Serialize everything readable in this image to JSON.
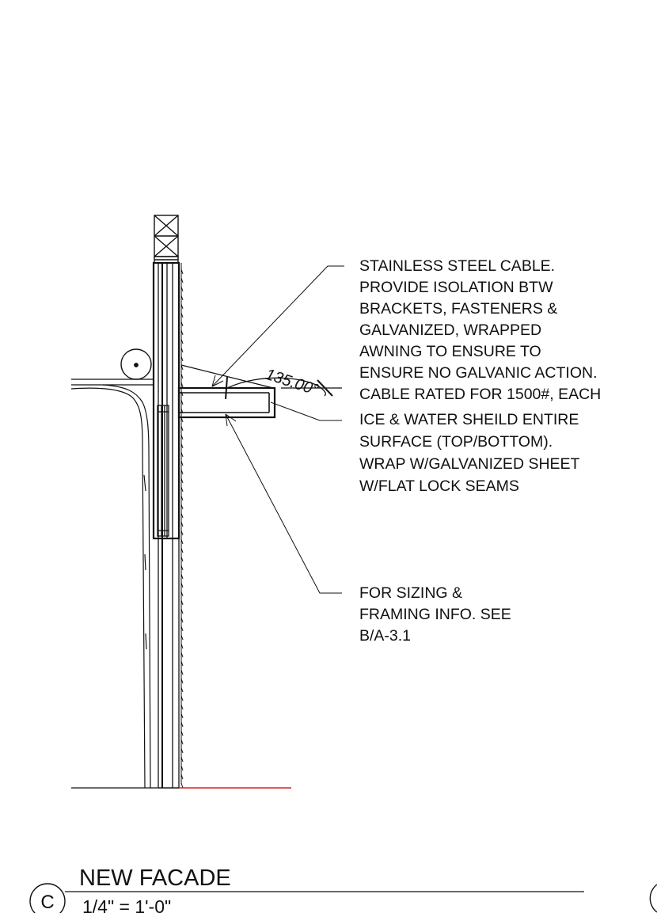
{
  "notes": {
    "cable": [
      "STAINLESS STEEL CABLE.",
      "PROVIDE ISOLATION BTW",
      "BRACKETS, FASTENERS &",
      "GALVANIZED, WRAPPED",
      "AWNING TO ENSURE TO",
      "ENSURE NO GALVANIC ACTION.",
      "CABLE RATED FOR 1500#, EACH"
    ],
    "ice_water": [
      "ICE & WATER SHEILD ENTIRE",
      "SURFACE (TOP/BOTTOM).",
      "WRAP W/GALVANIZED SHEET",
      "W/FLAT LOCK SEAMS"
    ],
    "sizing": [
      "FOR SIZING &",
      "FRAMING INFO. SEE",
      "B/A-3.1"
    ]
  },
  "dimension": {
    "angle_label": "135.00°"
  },
  "title_block": {
    "detail_tag": "C",
    "title": "NEW FACADE",
    "scale": "1/4\" = 1'-0\""
  },
  "colors": {
    "line": "#111111",
    "grade_line": "#e02020"
  }
}
